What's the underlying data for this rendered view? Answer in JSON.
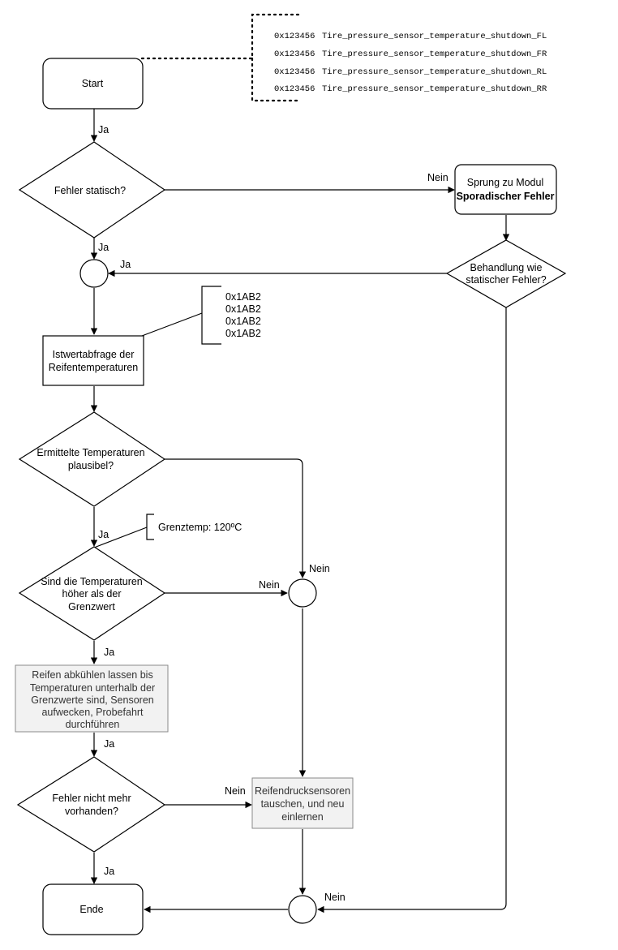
{
  "nodes": {
    "start": "Start",
    "fehler_statisch": "Fehler statisch?",
    "sprung_line1": "Sprung zu Modul",
    "sprung_line2": "Sporadischer Fehler",
    "behandlung_line1": "Behandlung wie",
    "behandlung_line2": "statischer Fehler?",
    "istwert_line1": "Istwertabfrage der",
    "istwert_line2": "Reifentemperaturen",
    "ermittelte_line1": "Ermittelte Temperaturen",
    "ermittelte_line2": "plausibel?",
    "sind_line1": "Sind die Temperaturen",
    "sind_line2": "höher als der",
    "sind_line3": "Grenzwert",
    "abkuehlen_line1": "Reifen abkühlen lassen bis",
    "abkuehlen_line2": "Temperaturen unterhalb der",
    "abkuehlen_line3": "Grenzwerte sind, Sensoren",
    "abkuehlen_line4": "aufwecken, Probefahrt",
    "abkuehlen_line5": "durchführen",
    "nicht_mehr_line1": "Fehler nicht mehr",
    "nicht_mehr_line2": "vorhanden?",
    "tauschen_line1": "Reifendrucksensoren",
    "tauschen_line2": "tauschen, und neu",
    "tauschen_line3": "einlernen",
    "ende": "Ende"
  },
  "edge_labels": {
    "start_ja": "Ja",
    "statisch_ja": "Ja",
    "statisch_nein": "Nein",
    "behandlung_ja": "Ja",
    "ermittelte_ja": "Ja",
    "ermittelte_nein": "Nein",
    "sind_nein": "Nein",
    "sind_ja": "Ja",
    "abkuehlen_ja": "Ja",
    "nicht_mehr_nein": "Nein",
    "nicht_mehr_ja": "Ja",
    "ende_nein": "Nein"
  },
  "annotations": {
    "dtc_codes": [
      {
        "code": "0x123456",
        "name": "Tire_pressure_sensor_temperature_shutdown_FL"
      },
      {
        "code": "0x123456",
        "name": "Tire_pressure_sensor_temperature_shutdown_FR"
      },
      {
        "code": "0x123456",
        "name": "Tire_pressure_sensor_temperature_shutdown_RL"
      },
      {
        "code": "0x123456",
        "name": "Tire_pressure_sensor_temperature_shutdown_RR"
      }
    ],
    "did_codes": [
      "0x1AB2",
      "0x1AB2",
      "0x1AB2",
      "0x1AB2"
    ],
    "grenztemp": "Grenztemp: 120ºC"
  }
}
